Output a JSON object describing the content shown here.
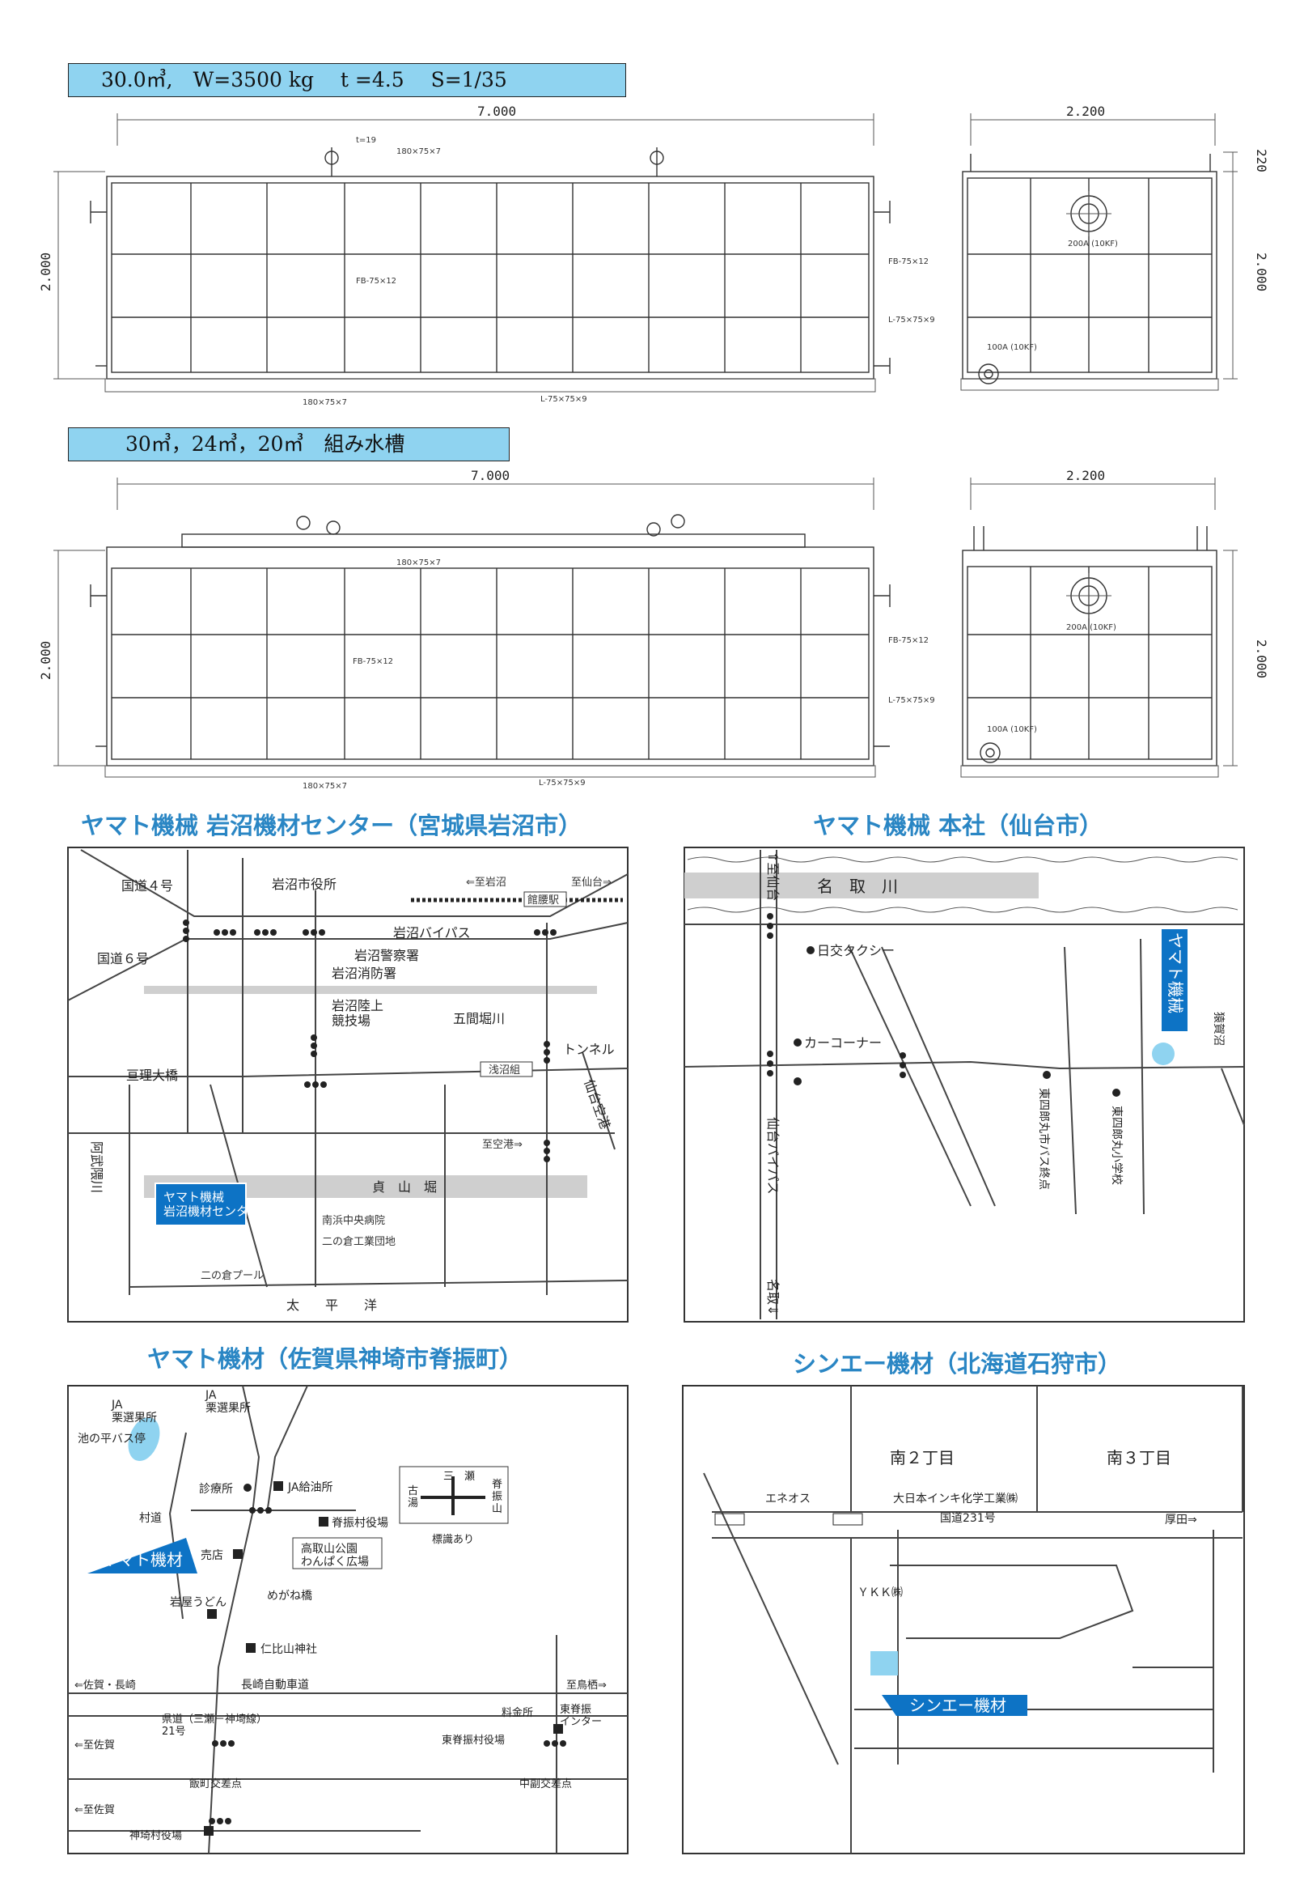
{
  "drawing1": {
    "title": "30.0㎥,　W=3500 kg　 t =4.5　 S=1/35",
    "length": "7.000",
    "height": "2.000",
    "width": "2.200",
    "top_clearance": "220",
    "lbl_plate_top": "180×75×7",
    "lbl_t19": "t=19",
    "lbl_plate_bottom": "180×75×7",
    "lbl_fb_left": "FB-75×12",
    "lbl_fb_right": "FB-75×12",
    "lbl_angle_right": "L-75×75×9",
    "lbl_angle_bottom": "L-75×75×9",
    "nozzle_large": "200A (10KF)",
    "nozzle_small": "100A (10KF)"
  },
  "drawing2": {
    "title": "30㎥，24㎥，20㎥　組み水槽",
    "length": "7.000",
    "height": "2.000",
    "width": "2.200",
    "lbl_plate_top": "180×75×7",
    "lbl_plate_bottom": "180×75×7",
    "lbl_fb_left": "FB-75×12",
    "lbl_fb_right": "FB-75×12",
    "lbl_angle_right": "L-75×75×9",
    "lbl_angle_bottom": "L-75×75×9",
    "nozzle_large": "200A (10KF)",
    "nozzle_small": "100A (10KF)"
  },
  "map_iwanuma": {
    "heading": "ヤマト機械 岩沼機材センター（宮城県岩沼市）",
    "labels": {
      "route4": "国道４号",
      "route6": "国道６号",
      "city_hall": "岩沼市役所",
      "to_iwanuma": "⇐至岩沼",
      "to_sendai": "至仙台⇒",
      "station": "館腰駅",
      "bypass": "岩沼バイパス",
      "police": "岩沼警察署",
      "fire": "岩沼消防署",
      "stadium": "岩沼陸上\n競技場",
      "gokenbori": "五間堀川",
      "tunnel": "トンネル",
      "asanuma": "浅沼組",
      "watari_bridge": "亘理大橋",
      "sendai_port": "仙台空港",
      "to_airport": "至空港⇒",
      "abukuma": "阿武隈川",
      "teizan": "貞　山　堀",
      "company": "ヤマト機械\n岩沼機材センター",
      "hospital": "南浜中央病院",
      "ninokura_ind": "二の倉工業団地",
      "ninokura_pool": "二の倉プール",
      "pacific": "太　　平　　洋"
    }
  },
  "map_sendai": {
    "heading": "ヤマト機械 本社（仙台市）",
    "labels": {
      "to_sendai": "⇑至仙台",
      "natori_river": "名　取　川",
      "taxi": "日交タクシー",
      "car_corner": "カーコーナー",
      "bypass": "仙台バイパス",
      "to_natori": "名取⇓",
      "bus_stop": "東四郎丸市バス終点",
      "school": "東四郎丸小学校",
      "company": "ヤマト機械",
      "pond": "猿賀沼"
    }
  },
  "map_saga": {
    "heading": "ヤマト機材（佐賀県神埼市脊振町）",
    "labels": {
      "ja1": "JA\n栗選果所",
      "ja2": "JA\n栗選果所",
      "bus_stop": "池の平バス停",
      "clinic": "診療所",
      "gas": "JA給油所",
      "village_office": "脊振村役場",
      "park": "高取山公園\nわんぱく広場",
      "shop": "売店",
      "udon": "岩屋うどん",
      "megane": "めがね橋",
      "shrine": "仁比山神社",
      "road_village": "村道",
      "company": "ヤマト機材",
      "to_saga_nagasaki": "⇐佐賀・長崎",
      "expressway": "長崎自動車道",
      "to_tosu": "至鳥栖⇒",
      "prefectural": "県道（三瀬－神埼線）\n21号",
      "toll": "料金所",
      "ic": "東脊振\nインター",
      "to_saga1": "⇐至佐賀",
      "to_saga2": "⇐至佐賀",
      "higashi_office": "東脊振村役場",
      "meshida": "飯町交差点",
      "nakabaru": "中副交差点",
      "kanzaki_office": "神埼村役場",
      "mise": "三　瀬",
      "furuyu": "古\n湯",
      "sefuri_mt": "脊\n振\n山",
      "sign": "標識あり"
    }
  },
  "map_ishikari": {
    "heading": "シンエー機材（北海道石狩市）",
    "labels": {
      "minami2": "南２丁目",
      "minami3": "南３丁目",
      "eneos": "エネオス",
      "dainippon": "大日本インキ化学工業㈱",
      "route231": "国道231号",
      "atsuta": "厚田⇒",
      "ykk": "ＹＫＫ㈱",
      "company": "シンエー機材"
    }
  },
  "colors": {
    "accent": "#2a86c4",
    "title_fill": "#8fd3f0",
    "road_band": "#cfcfcf",
    "company_fill": "#0d73c5"
  }
}
